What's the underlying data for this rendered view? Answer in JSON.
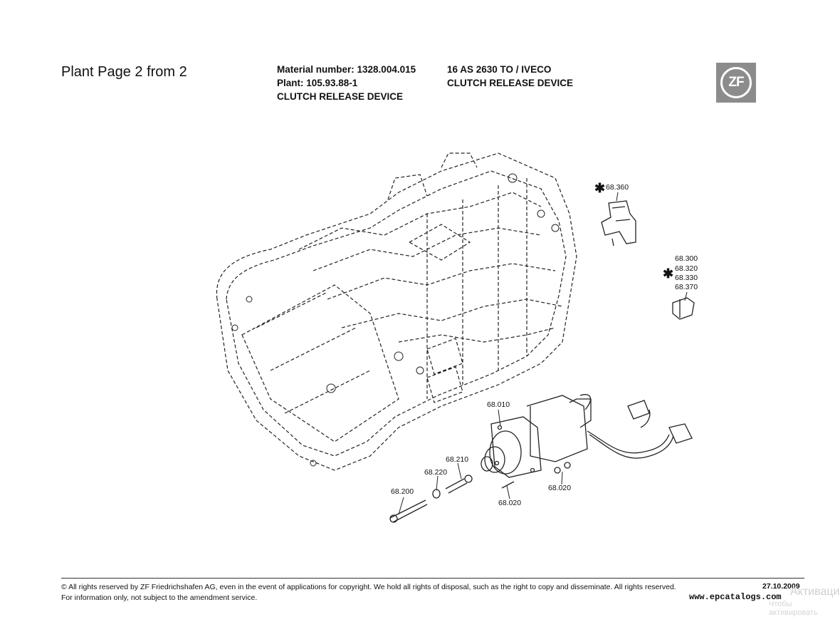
{
  "header": {
    "plant_page": "Plant Page 2 from 2",
    "material_line": "Material number: 1328.004.015",
    "plant_line": "Plant: 105.93.88-1",
    "device_line": "CLUTCH RELEASE DEVICE",
    "model_line": "16 AS 2630 TO / IVECO",
    "model_device_line": "CLUTCH RELEASE DEVICE",
    "logo_text": "ZF"
  },
  "parts": {
    "p68360": "68.360",
    "p68300": "68.300",
    "p68320": "68.320",
    "p68330": "68.330",
    "p68370": "68.370",
    "p68010": "68.010",
    "p68210": "68.210",
    "p68220": "68.220",
    "p68200": "68.200",
    "p68020a": "68.020",
    "p68020b": "68.020",
    "star": "✱"
  },
  "footer": {
    "rights": "© All rights reserved by ZF Friedrichshafen AG, even in the event of applications for copyright. We hold all rights of disposal, such as the right to copy and disseminate. All rights reserved.",
    "info": "For information only, not subject to the amendment service.",
    "date": "27.10.2009",
    "site": "www.epcatalogs.com",
    "watermark1": "Активация",
    "watermark2": "Чтобы активировать"
  },
  "colors": {
    "logo_bg": "#8c8c8c",
    "line": "#222222"
  }
}
